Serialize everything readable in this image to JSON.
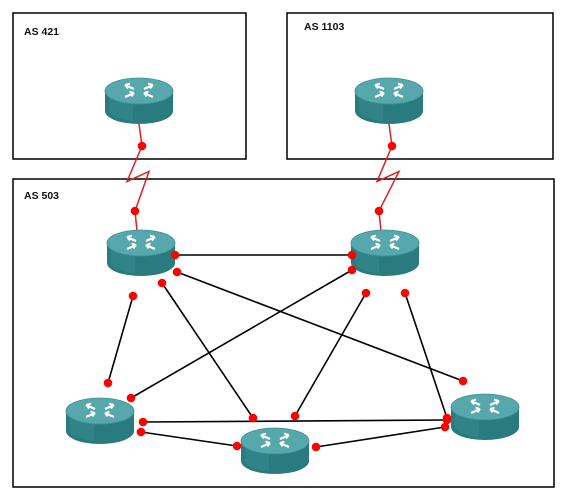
{
  "diagram": {
    "autonomous_systems": [
      {
        "id": "as421",
        "label": "AS 421"
      },
      {
        "id": "as1103",
        "label": "AS 1103"
      },
      {
        "id": "as503",
        "label": "AS 503"
      }
    ],
    "routers": [
      {
        "id": "r421",
        "as": "as421"
      },
      {
        "id": "r1103",
        "as": "as1103"
      },
      {
        "id": "rA",
        "as": "as503"
      },
      {
        "id": "rB",
        "as": "as503"
      },
      {
        "id": "rC",
        "as": "as503"
      },
      {
        "id": "rD",
        "as": "as503"
      },
      {
        "id": "rE",
        "as": "as503"
      }
    ],
    "serial_links": [
      {
        "from": "r421",
        "to": "rA"
      },
      {
        "from": "r1103",
        "to": "rB"
      }
    ],
    "ethernet_links": [
      {
        "from": "rA",
        "to": "rB"
      },
      {
        "from": "rA",
        "to": "rC"
      },
      {
        "from": "rA",
        "to": "rD"
      },
      {
        "from": "rA",
        "to": "rE"
      },
      {
        "from": "rB",
        "to": "rC"
      },
      {
        "from": "rB",
        "to": "rD"
      },
      {
        "from": "rB",
        "to": "rE"
      },
      {
        "from": "rC",
        "to": "rD"
      },
      {
        "from": "rC",
        "to": "rE"
      },
      {
        "from": "rD",
        "to": "rE"
      }
    ],
    "colors": {
      "router_top": "#56a8ac",
      "router_side": "#2a7b80",
      "router_symbol": "#ffffff",
      "serial_link": "#e02020",
      "ethernet_link": "#000000",
      "interface_dot": "#ff0000",
      "as_border": "#000000",
      "background": "#ffffff"
    }
  }
}
